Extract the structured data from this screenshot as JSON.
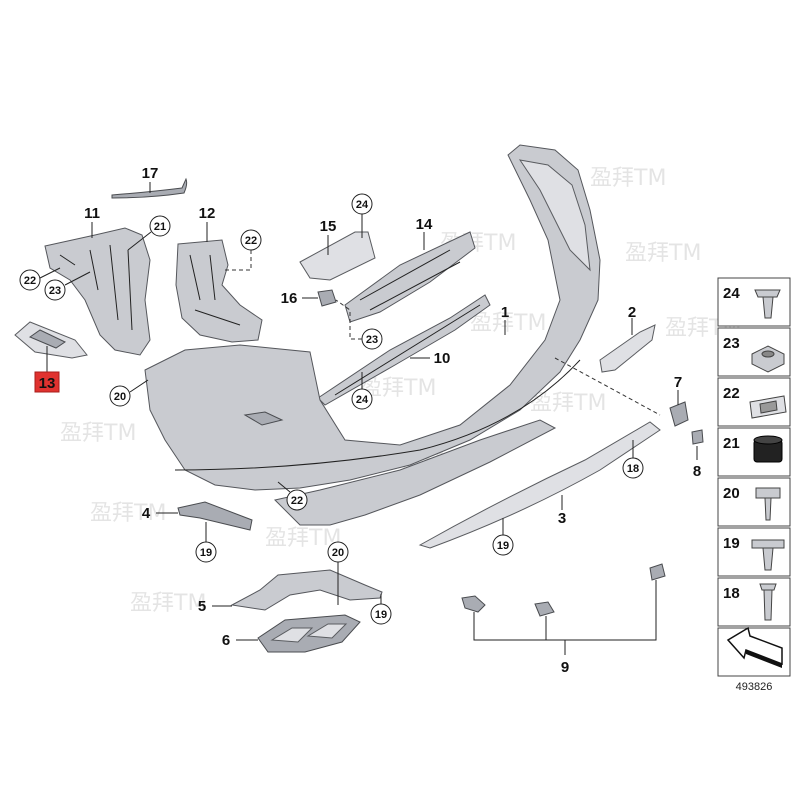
{
  "callouts": {
    "c1": "1",
    "c2": "2",
    "c3": "3",
    "c4": "4",
    "c5": "5",
    "c6": "6",
    "c7": "7",
    "c8": "8",
    "c9": "9",
    "c10": "10",
    "c11": "11",
    "c12": "12",
    "c13": "13",
    "c14": "14",
    "c15": "15",
    "c16": "16",
    "c17": "17"
  },
  "circled": {
    "c18": "18",
    "c19": "19",
    "c20": "20",
    "c21": "21",
    "c22": "22",
    "c23": "23",
    "c24": "24"
  },
  "highlight_color": "#e0322f",
  "legend": [
    "24",
    "23",
    "22",
    "21",
    "20",
    "19",
    "18"
  ],
  "catalog_number": "493826",
  "watermark": "盈拜TM"
}
